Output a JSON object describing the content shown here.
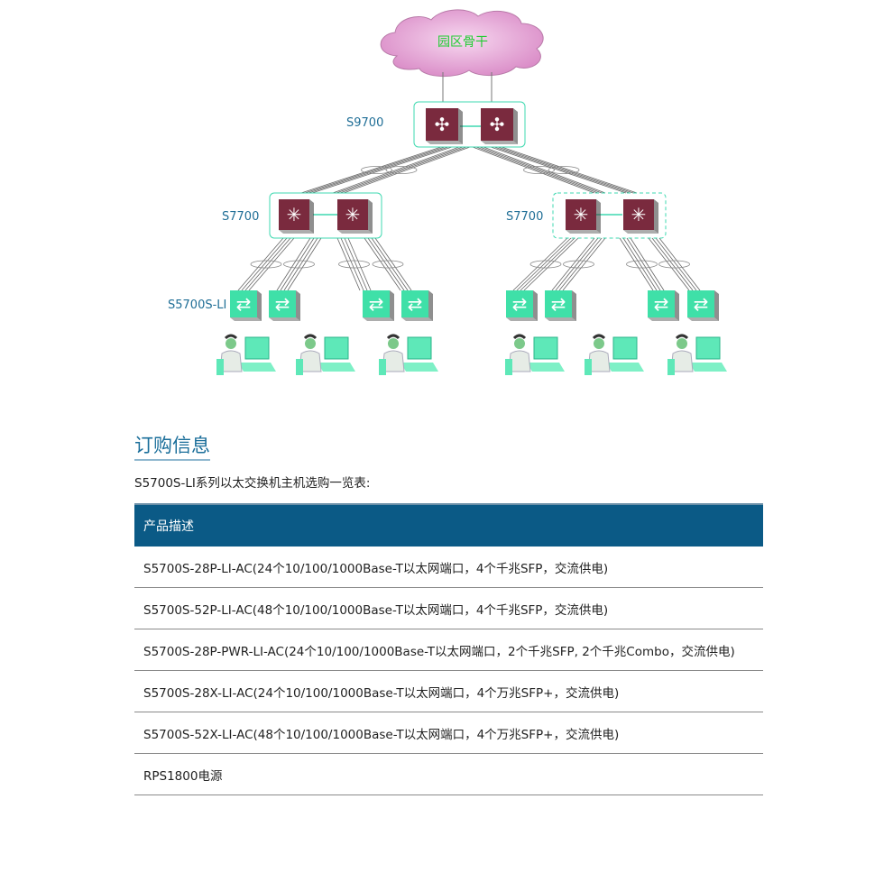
{
  "diagram": {
    "cloud_label": "园区骨干",
    "core_label": "S9700",
    "aggregation_left_label": "S7700",
    "aggregation_right_label": "S7700",
    "access_label": "S5700S-LI",
    "colors": {
      "cloud": "#e9a6d8",
      "core": "#7a2a3e",
      "access": "#3fe0a8",
      "box": "#3fd9b0",
      "label": "#1f6e96",
      "cloud_text": "#22cc33"
    }
  },
  "ordering": {
    "title": "订购信息",
    "intro": "S5700S-LI系列以太交换机主机选购一览表:",
    "table": {
      "header": "产品描述",
      "rows": [
        "S5700S-28P-LI-AC(24个10/100/1000Base-T以太网端口，4个千兆SFP，交流供电)",
        "S5700S-52P-LI-AC(48个10/100/1000Base-T以太网端口，4个千兆SFP，交流供电)",
        "S5700S-28P-PWR-LI-AC(24个10/100/1000Base-T以太网端口，2个千兆SFP, 2个千兆Combo，交流供电)",
        "S5700S-28X-LI-AC(24个10/100/1000Base-T以太网端口，4个万兆SFP+，交流供电)",
        "S5700S-52X-LI-AC(48个10/100/1000Base-T以太网端口，4个万兆SFP+，交流供电)",
        "RPS1800电源"
      ]
    }
  }
}
